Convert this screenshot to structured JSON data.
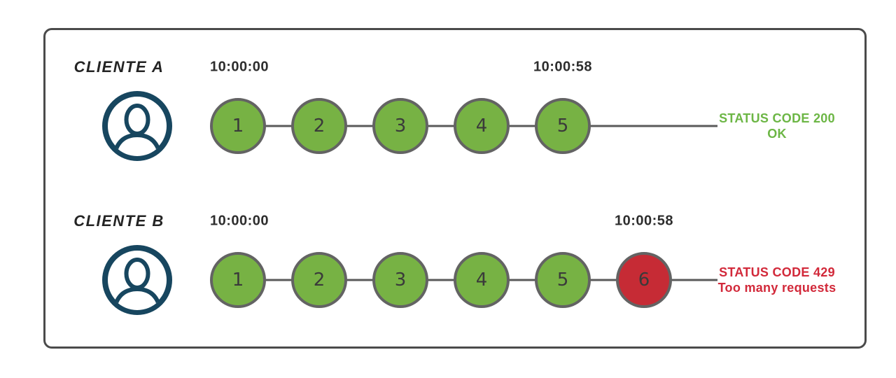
{
  "diagram": {
    "title": "rate-limiting-timeline",
    "rows": [
      {
        "client_label": "CLIENTE A",
        "start_time": "10:00:00",
        "end_time": "10:00:58",
        "requests": [
          {
            "label": "1",
            "state": "allowed"
          },
          {
            "label": "2",
            "state": "allowed"
          },
          {
            "label": "3",
            "state": "allowed"
          },
          {
            "label": "4",
            "state": "allowed"
          },
          {
            "label": "5",
            "state": "allowed"
          }
        ],
        "status_line1": "STATUS CODE 200",
        "status_line2": "OK",
        "status_color": "#6cb645"
      },
      {
        "client_label": "CLIENTE B",
        "start_time": "10:00:00",
        "end_time": "10:00:58",
        "requests": [
          {
            "label": "1",
            "state": "allowed"
          },
          {
            "label": "2",
            "state": "allowed"
          },
          {
            "label": "3",
            "state": "allowed"
          },
          {
            "label": "4",
            "state": "allowed"
          },
          {
            "label": "5",
            "state": "allowed"
          },
          {
            "label": "6",
            "state": "blocked"
          }
        ],
        "status_line1": "STATUS CODE 429",
        "status_line2": "Too many requests",
        "status_color": "#d2293a"
      }
    ],
    "colors": {
      "allowed_fill": "#77b244",
      "blocked_fill": "#c62b35",
      "circle_border": "#636363",
      "connector": "#5a5a5a",
      "avatar": "#17465f",
      "panel_border": "#4b4b4b"
    }
  }
}
